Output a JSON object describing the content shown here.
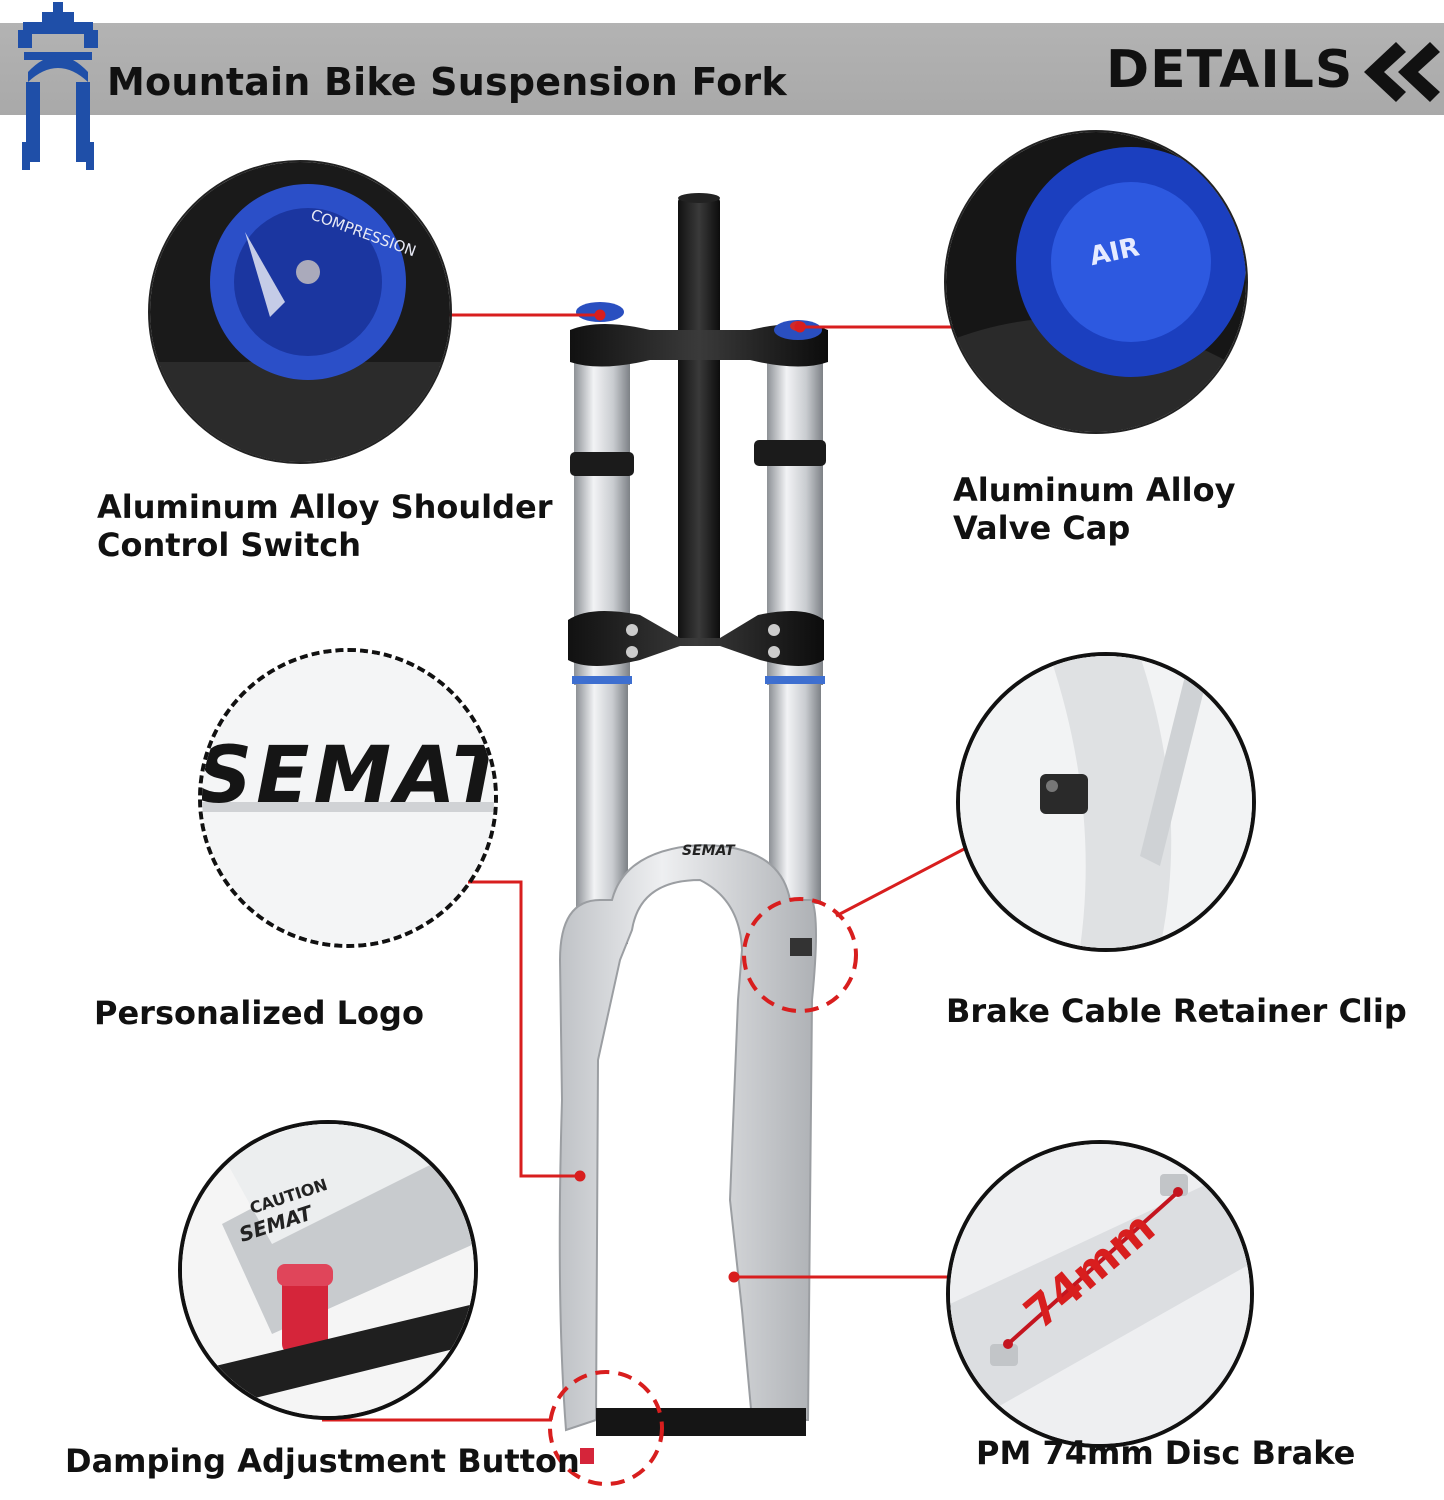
{
  "header": {
    "title": "Mountain Bike Suspension Fork",
    "details_label": "DETAILS",
    "accent": "#1f4fa8",
    "bar_color": "#b0b0b0"
  },
  "details": {
    "compression_cap_text": "COMPRESSION",
    "air_cap_text": "AIR",
    "logo_text": "SEMAT",
    "caution_text": "CAUTION",
    "measure_text": "74mm"
  },
  "labels": {
    "shoulder_switch": [
      "Aluminum Alloy Shoulder",
      "Control Switch"
    ],
    "valve_cap": [
      "Aluminum Alloy",
      "Valve Cap"
    ],
    "logo": "Personalized Logo",
    "brake_clip": "Brake Cable Retainer Clip",
    "damping": "Damping Adjustment Button",
    "disc_brake": "PM 74mm Disc Brake"
  },
  "colors": {
    "connector": "#d81e1e",
    "knob_blue": "#1e3fb4",
    "knob_red": "#d5253a"
  }
}
